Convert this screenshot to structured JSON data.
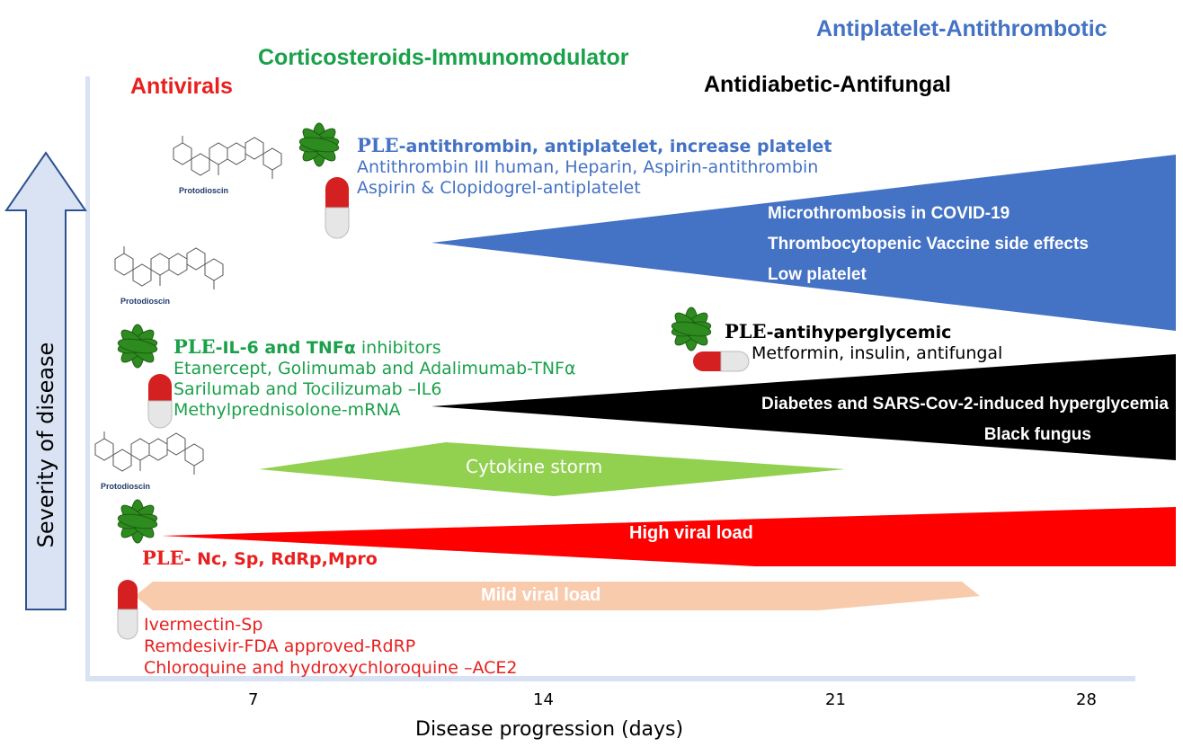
{
  "headers": {
    "antivirals": "Antivirals",
    "corticosteroids": "Corticosteroids-Immunomodulator",
    "antidiabetic": "Antidiabetic-Antifungal",
    "antiplatelet": "Antiplatelet-Antithrombotic"
  },
  "y_axis_label": "Severity of disease",
  "x_axis_label": "Disease progression (days)",
  "x_ticks": [
    "7",
    "14",
    "21",
    "28"
  ],
  "molecule_label": "Protodioscin",
  "ple_prefix": "PLE",
  "antiplatelet_block": {
    "ple_line": "-antithrombin, antiplatelet, increase platelet",
    "line1": "Antithrombin III human, Heparin, Aspirin-antithrombin",
    "line2": "Aspirin & Clopidogrel-antiplatelet"
  },
  "thrombosis_wedge": {
    "line1": "Microthrombosis in COVID-19",
    "line2": "Thrombocytopenic Vaccine side effects",
    "line3": "Low platelet"
  },
  "immuno_block": {
    "ple_bold": "-IL-6 and TNFα",
    "ple_rest": " inhibitors",
    "line1": "Etanercept, Golimumab and Adalimumab-TNFα",
    "line2": "Sarilumab and Tocilizumab –IL6",
    "line3": "Methylprednisolone-mRNA"
  },
  "diabetic_block": {
    "ple_line": "-antihyperglycemic",
    "line1": "Metformin, insulin, antifungal"
  },
  "diabetes_wedge": {
    "line1": "Diabetes and SARS-Cov-2-induced hyperglycemia",
    "line2": "Black fungus"
  },
  "cytokine_label": "Cytokine storm",
  "high_viral_label": "High viral load",
  "mild_viral_label": "Mild viral load",
  "antiviral_block": {
    "ple_line": "- Nc, Sp, RdRp,Mpro",
    "line1": "Ivermectin-Sp",
    "line2": "Remdesivir-FDA approved-RdRP",
    "line3": "Chloroquine and hydroxychloroquine –ACE2"
  },
  "colors": {
    "antiviral_red": "#e8201f",
    "immuno_green": "#1aa14a",
    "antiplatelet_blue": "#4472c4",
    "black": "#000000",
    "cytokine_green": "#92d050",
    "mild_peach": "#f8cbad",
    "axis_blue": "#dae3f3"
  }
}
